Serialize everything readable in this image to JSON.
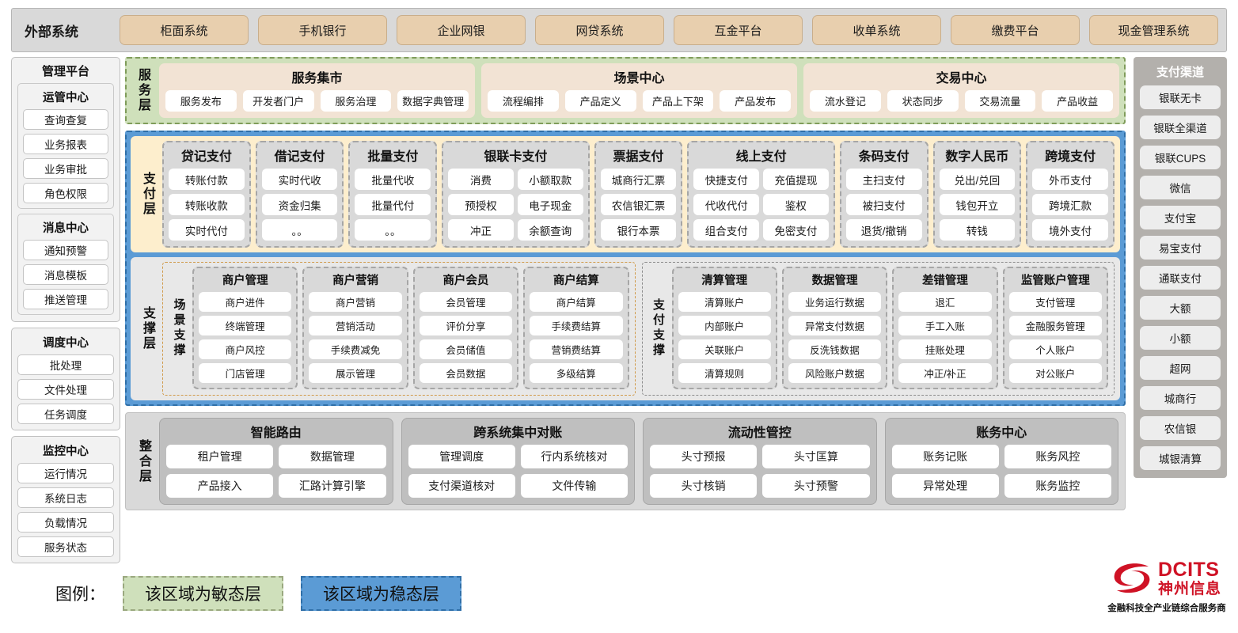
{
  "external": {
    "title": "外部系统",
    "items": [
      "柜面系统",
      "手机银行",
      "企业网银",
      "网贷系统",
      "互金平台",
      "收单系统",
      "缴费平台",
      "现金管理系统"
    ]
  },
  "management": {
    "title": "管理平台",
    "groups": [
      {
        "title": "运管中心",
        "items": [
          "查询查复",
          "业务报表",
          "业务审批",
          "角色权限"
        ]
      },
      {
        "title": "消息中心",
        "items": [
          "通知预警",
          "消息模板",
          "推送管理"
        ]
      }
    ],
    "standalone": [
      {
        "title": "调度中心",
        "items": [
          "批处理",
          "文件处理",
          "任务调度"
        ]
      },
      {
        "title": "监控中心",
        "items": [
          "运行情况",
          "系统日志",
          "负载情况",
          "服务状态"
        ]
      }
    ]
  },
  "service_layer": {
    "tab": "服务层",
    "cards": [
      {
        "title": "服务集市",
        "items": [
          "服务发布",
          "开发者门户",
          "服务治理",
          "数据字典管理"
        ]
      },
      {
        "title": "场景中心",
        "items": [
          "流程编排",
          "产品定义",
          "产品上下架",
          "产品发布"
        ]
      },
      {
        "title": "交易中心",
        "items": [
          "流水登记",
          "状态同步",
          "交易流量",
          "产品收益"
        ]
      }
    ]
  },
  "payment_layer": {
    "tab": "支付层",
    "groups": [
      {
        "title": "贷记支付",
        "cols": 1,
        "width": "w1",
        "items": [
          "转账付款",
          "转账收款",
          "实时代付"
        ]
      },
      {
        "title": "借记支付",
        "cols": 1,
        "width": "w1",
        "items": [
          "实时代收",
          "资金归集",
          "。。"
        ]
      },
      {
        "title": "批量支付",
        "cols": 1,
        "width": "w1",
        "items": [
          "批量代收",
          "批量代付",
          "。。"
        ]
      },
      {
        "title": "银联卡支付",
        "cols": 2,
        "width": "w2",
        "items": [
          "消费",
          "小额取款",
          "预授权",
          "电子现金",
          "冲正",
          "余额查询"
        ]
      },
      {
        "title": "票据支付",
        "cols": 1,
        "width": "w1",
        "items": [
          "城商行汇票",
          "农信银汇票",
          "银行本票"
        ]
      },
      {
        "title": "线上支付",
        "cols": 2,
        "width": "w2",
        "items": [
          "快捷支付",
          "充值提现",
          "代收代付",
          "鉴权",
          "组合支付",
          "免密支付"
        ]
      },
      {
        "title": "条码支付",
        "cols": 1,
        "width": "w1",
        "items": [
          "主扫支付",
          "被扫支付",
          "退货/撤销"
        ]
      },
      {
        "title": "数字人民币",
        "cols": 1,
        "width": "w1",
        "items": [
          "兑出/兑回",
          "钱包开立",
          "转钱"
        ]
      },
      {
        "title": "跨境支付",
        "cols": 1,
        "width": "w1",
        "items": [
          "外币支付",
          "跨境汇款",
          "境外支付"
        ]
      }
    ]
  },
  "support_layer": {
    "tab": "支撑层",
    "halves": [
      {
        "sub_tab": "场景支撑",
        "style": "scene",
        "groups": [
          {
            "title": "商户管理",
            "items": [
              "商户进件",
              "终端管理",
              "商户风控",
              "门店管理"
            ]
          },
          {
            "title": "商户营销",
            "items": [
              "商户营销",
              "营销活动",
              "手续费减免",
              "展示管理"
            ]
          },
          {
            "title": "商户会员",
            "items": [
              "会员管理",
              "评价分享",
              "会员储值",
              "会员数据"
            ]
          },
          {
            "title": "商户结算",
            "items": [
              "商户结算",
              "手续费结算",
              "营销费结算",
              "多级结算"
            ]
          }
        ]
      },
      {
        "sub_tab": "支付支撑",
        "style": "paysup",
        "groups": [
          {
            "title": "清算管理",
            "items": [
              "清算账户",
              "内部账户",
              "关联账户",
              "清算规则"
            ]
          },
          {
            "title": "数据管理",
            "items": [
              "业务运行数据",
              "异常支付数据",
              "反洗钱数据",
              "风险账户数据"
            ]
          },
          {
            "title": "差错管理",
            "items": [
              "退汇",
              "手工入账",
              "挂账处理",
              "冲正/补正"
            ]
          },
          {
            "title": "监管账户管理",
            "items": [
              "支付管理",
              "金融服务管理",
              "个人账户",
              "对公账户"
            ]
          }
        ]
      }
    ]
  },
  "integration_layer": {
    "tab": "整合层",
    "groups": [
      {
        "title": "智能路由",
        "items": [
          "租户管理",
          "数据管理",
          "产品接入",
          "汇路计算引擎"
        ]
      },
      {
        "title": "跨系统集中对账",
        "items": [
          "管理调度",
          "行内系统核对",
          "支付渠道核对",
          "文件传输"
        ]
      },
      {
        "title": "流动性管控",
        "items": [
          "头寸预报",
          "头寸匡算",
          "头寸核销",
          "头寸预警"
        ]
      },
      {
        "title": "账务中心",
        "items": [
          "账务记账",
          "账务风控",
          "异常处理",
          "账务监控"
        ]
      }
    ]
  },
  "channels": {
    "title": "支付渠道",
    "items": [
      "银联无卡",
      "银联全渠道",
      "银联CUPS",
      "微信",
      "支付宝",
      "易宝支付",
      "通联支付",
      "大额",
      "小额",
      "超网",
      "城商行",
      "农信银",
      "城银清算"
    ]
  },
  "legend": {
    "label": "图例：",
    "agile": "该区域为敏态层",
    "stable": "该区域为稳态层"
  },
  "logo": {
    "en": "DCITS",
    "cn": "神州信息",
    "tagline": "金融科技全产业链综合服务商"
  },
  "colors": {
    "agile": "#cfe0bb",
    "stable": "#5b9bd5",
    "external_chip": "#e8cfae",
    "payment_bg": "#fdeecd",
    "brand_red": "#cf1225"
  }
}
